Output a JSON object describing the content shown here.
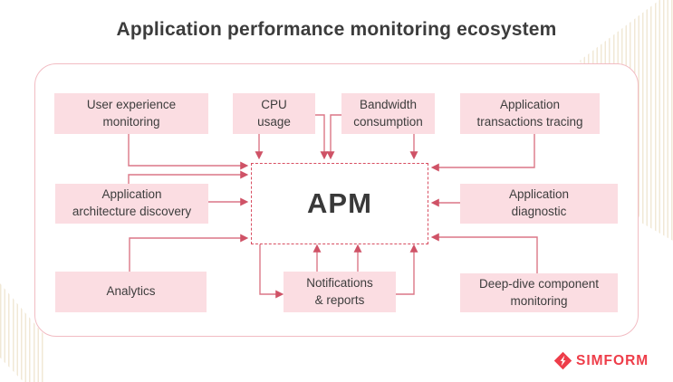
{
  "title": "Application performance monitoring ecosystem",
  "diagram": {
    "center": {
      "label": "APM"
    },
    "nodes": [
      {
        "label": "User experience\nmonitoring"
      },
      {
        "label": "CPU\nusage"
      },
      {
        "label": "Bandwidth\nconsumption"
      },
      {
        "label": "Application\ntransactions tracing"
      },
      {
        "label": "Application\narchitecture discovery"
      },
      {
        "label": "Application\ndiagnostic"
      },
      {
        "label": "Analytics"
      },
      {
        "label": "Notifications\n& reports"
      },
      {
        "label": "Deep-dive component\nmonitoring"
      }
    ]
  },
  "branding": {
    "name": "SIMFORM",
    "icon": "simform-diamond-bolt-icon"
  },
  "colors": {
    "node_fill": "#fbdde2",
    "node_text": "#3d3d3d",
    "arrow": "#dc7787",
    "arrowhead": "#cf5266",
    "apm_border": "#d84f62",
    "container_border": "#f2bcc3",
    "brand_red": "#ee3d49",
    "stripe": "#f1e8d6",
    "title_text": "#3c3c3c"
  }
}
